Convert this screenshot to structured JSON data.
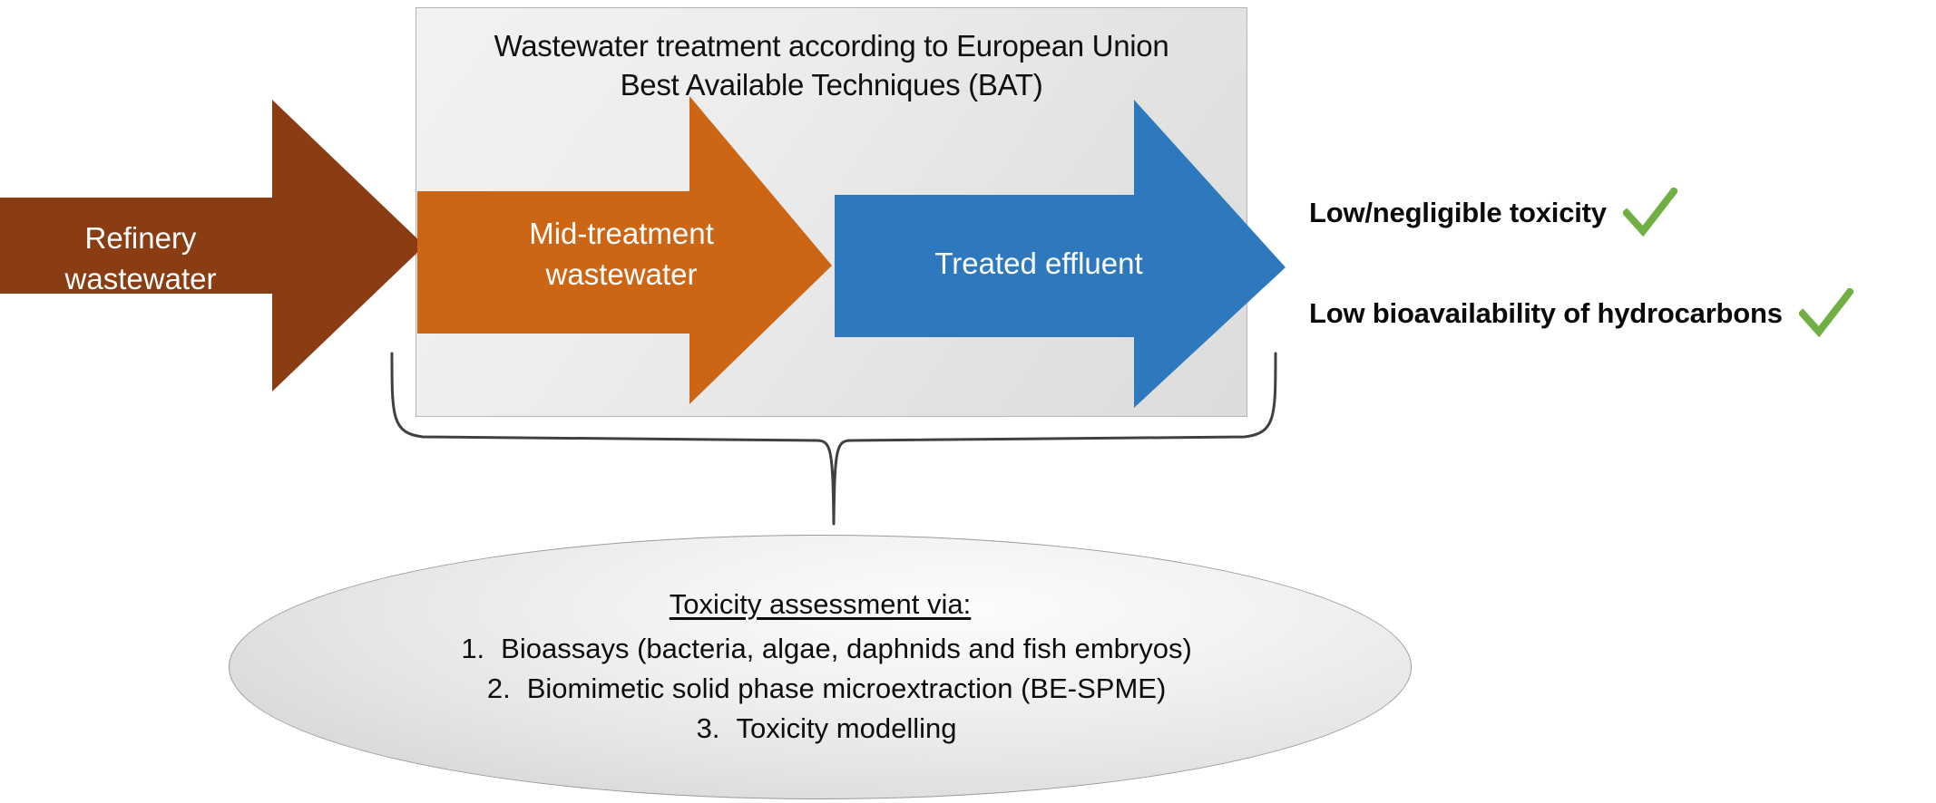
{
  "diagram": {
    "title_line_1": "Wastewater treatment according to European Union",
    "title_line_2": "Best Available Techniques (BAT)",
    "bat_title": "Wastewater treatment according to European Union\nBest Available Techniques (BAT)"
  },
  "flow": {
    "arrows": [
      {
        "id": "refinery-wastewater",
        "label": "Refinery\nwastewater",
        "color": "#8A3D12"
      },
      {
        "id": "mid-treatment-wastewater",
        "label": "Mid-treatment\nwastewater",
        "color": "#CC6615"
      },
      {
        "id": "treated-effluent",
        "label": "Treated effluent",
        "color": "#2E79BE"
      }
    ]
  },
  "outcomes": [
    {
      "label": "Low/negligible toxicity",
      "icon": "check-icon",
      "icon_color": "#6FAF44"
    },
    {
      "label": "Low bioavailability of hydrocarbons",
      "icon": "check-icon",
      "icon_color": "#6FAF44"
    }
  ],
  "assessment": {
    "heading": "Toxicity assessment  via:",
    "items": [
      {
        "number": "1.",
        "text": "Bioassays (bacteria, algae, daphnids and fish embryos)"
      },
      {
        "number": "2.",
        "text": "Biomimetic solid phase  microextraction (BE-SPME)"
      },
      {
        "number": "3.",
        "text": "Toxicity modelling"
      }
    ]
  },
  "colors": {
    "brown": "#8A3D12",
    "orange": "#CC6615",
    "blue": "#2E79BE",
    "green_check": "#6FAF44",
    "box_border": "#b4b4b4",
    "ellipse_border": "#9a9a9a",
    "brace_stroke": "#404040"
  }
}
